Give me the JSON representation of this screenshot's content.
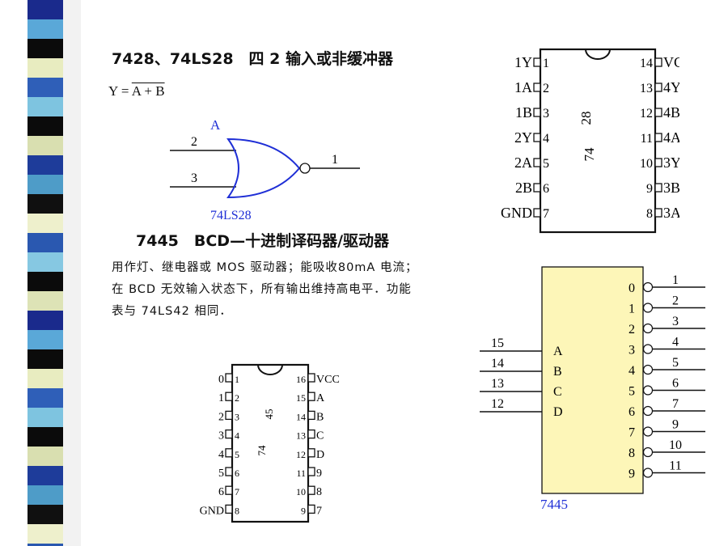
{
  "sections": {
    "s7428": {
      "title": "7428、74LS28　四 2 输入或非缓冲器",
      "formula": "Y = A + B"
    },
    "s7445": {
      "title": "7445　BCD—十进制译码器/驱动器",
      "paragraph": "用作灯、继电器或 MOS 驱动器；能吸收80mA 电流；在 BCD 无效输入状态下，所有输出维持高电平．功能表与 74LS42 相同．"
    }
  },
  "nor_gate": {
    "label_top": "A",
    "label_bottom": "74LS28",
    "in1": "2",
    "in2": "3",
    "out": "1",
    "color": "#1f2fd6"
  },
  "chip_7428": {
    "body_label_1": "74",
    "body_label_2": "28",
    "left": [
      {
        "name": "1Y",
        "num": "1"
      },
      {
        "name": "1A",
        "num": "2"
      },
      {
        "name": "1B",
        "num": "3"
      },
      {
        "name": "2Y",
        "num": "4"
      },
      {
        "name": "2A",
        "num": "5"
      },
      {
        "name": "2B",
        "num": "6"
      },
      {
        "name": "GND",
        "num": "7"
      }
    ],
    "right": [
      {
        "name": "VCC",
        "num": "14"
      },
      {
        "name": "4Y",
        "num": "13"
      },
      {
        "name": "4B",
        "num": "12"
      },
      {
        "name": "4A",
        "num": "11"
      },
      {
        "name": "3Y",
        "num": "10"
      },
      {
        "name": "3B",
        "num": "9"
      },
      {
        "name": "3A",
        "num": "8"
      }
    ]
  },
  "chip_7445_pinout": {
    "body_label_1": "74",
    "body_label_2": "45",
    "left": [
      {
        "name": "0",
        "num": "1"
      },
      {
        "name": "1",
        "num": "2"
      },
      {
        "name": "2",
        "num": "3"
      },
      {
        "name": "3",
        "num": "4"
      },
      {
        "name": "4",
        "num": "5"
      },
      {
        "name": "5",
        "num": "6"
      },
      {
        "name": "6",
        "num": "7"
      },
      {
        "name": "GND",
        "num": "8"
      }
    ],
    "right": [
      {
        "name": "VCC",
        "num": "16"
      },
      {
        "name": "A",
        "num": "15"
      },
      {
        "name": "B",
        "num": "14"
      },
      {
        "name": "C",
        "num": "13"
      },
      {
        "name": "D",
        "num": "12"
      },
      {
        "name": "9",
        "num": "11"
      },
      {
        "name": "8",
        "num": "10"
      },
      {
        "name": "7",
        "num": "9"
      }
    ]
  },
  "block_7445": {
    "label": "7445",
    "fill": "#fdf6b8",
    "inputs": [
      {
        "name": "A",
        "pin": "15"
      },
      {
        "name": "B",
        "pin": "14"
      },
      {
        "name": "C",
        "pin": "13"
      },
      {
        "name": "D",
        "pin": "12"
      }
    ],
    "outputs": [
      {
        "name": "0",
        "pin": "1"
      },
      {
        "name": "1",
        "pin": "2"
      },
      {
        "name": "2",
        "pin": "3"
      },
      {
        "name": "3",
        "pin": "4"
      },
      {
        "name": "4",
        "pin": "5"
      },
      {
        "name": "5",
        "pin": "6"
      },
      {
        "name": "6",
        "pin": "7"
      },
      {
        "name": "7",
        "pin": "9"
      },
      {
        "name": "8",
        "pin": "10"
      },
      {
        "name": "9",
        "pin": "11"
      }
    ]
  }
}
